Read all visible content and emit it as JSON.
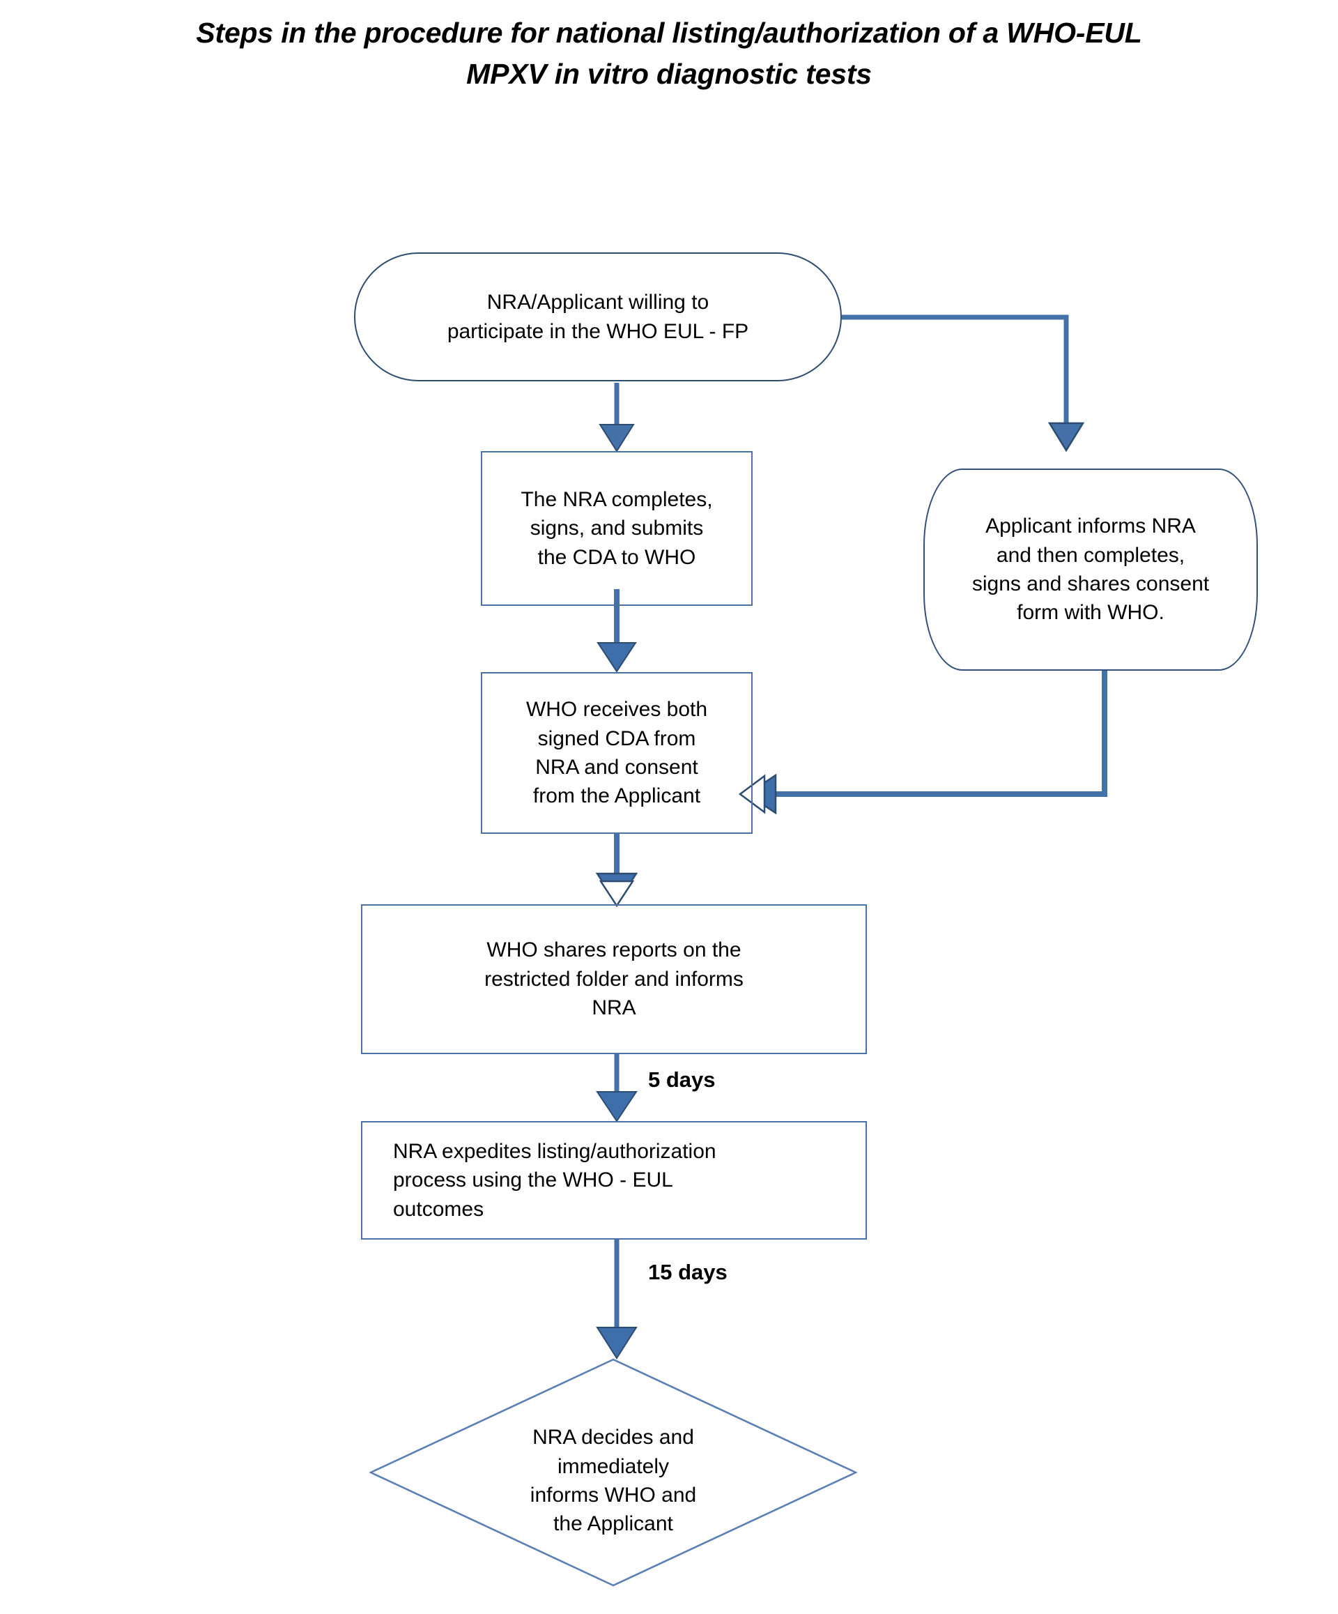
{
  "title": {
    "line1": "Steps in the procedure for national listing/authorization of a WHO-EUL",
    "line2": "MPXV in vitro diagnostic tests"
  },
  "colors": {
    "connector": "#4472a8",
    "connector_outline": "#2e4b70",
    "node_border": "#4a72a8",
    "rounded_node_border": "#33507a",
    "diamond_border": "#5b7fb4",
    "text": "#000000",
    "background": "#ffffff"
  },
  "chart_data": {
    "type": "flowchart",
    "title": "Steps in the procedure for national listing/authorization of a WHO-EUL MPXV in vitro diagnostic tests",
    "orientation": "top-to-bottom",
    "nodes": [
      {
        "id": "start",
        "shape": "stadium",
        "text": "NRA/Applicant willing to\nparticipate in the WHO EUL - FP"
      },
      {
        "id": "nra-cda",
        "shape": "rectangle",
        "text": "The NRA completes,\nsigns, and submits\nthe CDA to WHO"
      },
      {
        "id": "applicant",
        "shape": "rounded-rectangle",
        "text": "Applicant informs NRA\nand then completes,\nsigns and shares consent\nform with  WHO."
      },
      {
        "id": "who-receives",
        "shape": "rectangle",
        "text": "WHO receives both\nsigned CDA from\nNRA and consent\nfrom the Applicant"
      },
      {
        "id": "who-shares",
        "shape": "rectangle",
        "text": "WHO shares reports on the\nrestricted folder and informs\nNRA"
      },
      {
        "id": "nra-expedites",
        "shape": "rectangle",
        "text": "NRA expedites listing/authorization\nprocess using the WHO - EUL\noutcomes"
      },
      {
        "id": "decision",
        "shape": "diamond",
        "text": "NRA decides and\nimmediately\ninforms WHO and\nthe Applicant"
      }
    ],
    "edges": [
      {
        "from": "start",
        "to": "nra-cda",
        "label": "",
        "style": "straight-down",
        "arrow": "filled"
      },
      {
        "from": "start",
        "to": "applicant",
        "label": "",
        "style": "elbow-right-down",
        "arrow": "open"
      },
      {
        "from": "nra-cda",
        "to": "who-receives",
        "label": "",
        "style": "straight-down",
        "arrow": "filled"
      },
      {
        "from": "applicant",
        "to": "who-receives",
        "label": "",
        "style": "elbow-down-left",
        "arrow": "open"
      },
      {
        "from": "who-receives",
        "to": "who-shares",
        "label": "",
        "style": "straight-down",
        "arrow": "open"
      },
      {
        "from": "who-shares",
        "to": "nra-expedites",
        "label": "5 days",
        "style": "straight-down",
        "arrow": "filled"
      },
      {
        "from": "nra-expedites",
        "to": "decision",
        "label": "15 days",
        "style": "straight-down",
        "arrow": "filled"
      }
    ]
  },
  "edge_labels": {
    "five_days": "5 days",
    "fifteen_days": "15 days"
  },
  "nodes": {
    "start": "NRA/Applicant willing to\nparticipate in the WHO EUL - FP",
    "nra_cda": "The NRA completes,\nsigns, and submits\nthe CDA to WHO",
    "applicant": "Applicant informs NRA\nand then completes,\nsigns and shares consent\nform with  WHO.",
    "who_receives": "WHO receives both\nsigned CDA from\nNRA and consent\nfrom the Applicant",
    "who_shares": "WHO shares reports on the\nrestricted folder and informs\nNRA",
    "nra_expedites": "NRA expedites listing/authorization\nprocess using the WHO - EUL\noutcomes",
    "decision": "NRA decides and\nimmediately\ninforms WHO and\nthe Applicant"
  }
}
